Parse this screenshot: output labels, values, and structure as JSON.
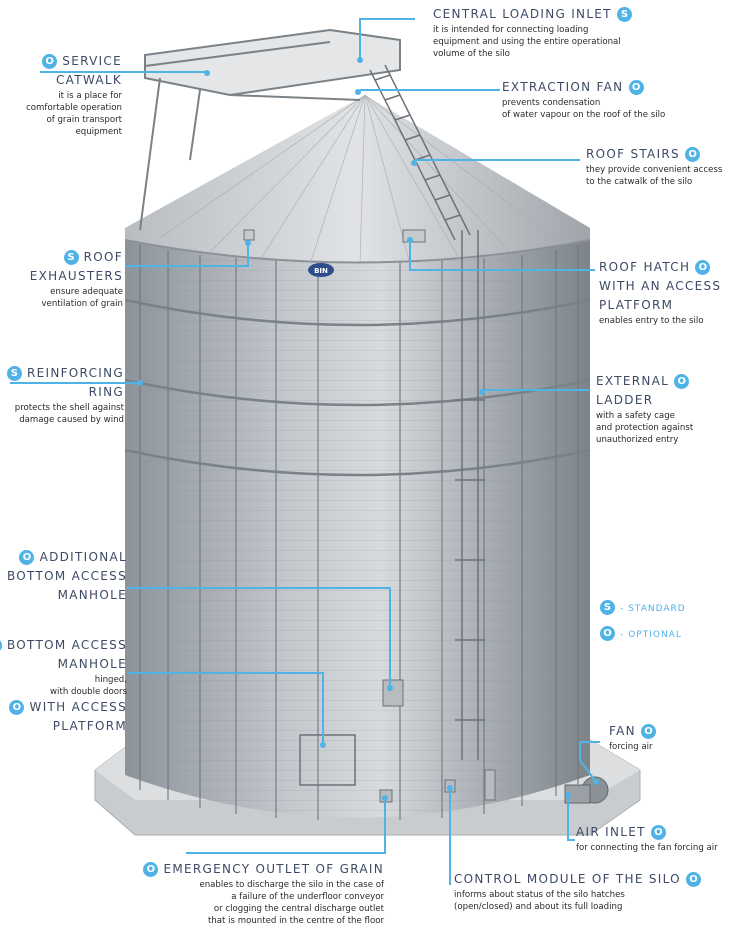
{
  "legend": {
    "standard": {
      "badge": "S",
      "text": "- STANDARD"
    },
    "optional": {
      "badge": "O",
      "text": "- OPTIONAL"
    }
  },
  "colors": {
    "accent": "#4fb3e6",
    "title": "#3d4a66",
    "silo_body": "#9aa1a8",
    "base": "#c9cccf"
  },
  "labels": {
    "central_loading_inlet": {
      "title": "CENTRAL LOADING INLET",
      "badge": "S",
      "desc": [
        "it is intended for connecting loading",
        "equipment and using the entire operational",
        "volume of the silo"
      ]
    },
    "extraction_fan": {
      "title": "EXTRACTION FAN",
      "badge": "O",
      "desc": [
        "prevents condensation",
        "of water vapour on the roof of the silo"
      ]
    },
    "roof_stairs": {
      "title": "ROOF STAIRS",
      "badge": "O",
      "desc": [
        "they provide convenient access",
        "to the catwalk of the silo"
      ]
    },
    "roof_hatch": {
      "title": [
        "ROOF HATCH",
        "WITH AN ACCESS",
        "PLATFORM"
      ],
      "badge": "O",
      "desc": [
        "enables entry to the silo"
      ]
    },
    "external_ladder": {
      "title": [
        "EXTERNAL",
        "LADDER"
      ],
      "badge": "O",
      "desc": [
        "with a safety cage",
        "and protection against",
        "unauthorized entry"
      ]
    },
    "service_catwalk": {
      "title": [
        "SERVICE",
        "CATWALK"
      ],
      "badge": "O",
      "desc": [
        "it is a place for",
        "comfortable operation",
        "of grain transport",
        "equipment"
      ]
    },
    "roof_exhausters": {
      "title": [
        "ROOF",
        "EXHAUSTERS"
      ],
      "badge": "S",
      "desc": [
        "ensure adequate",
        "ventilation of grain"
      ]
    },
    "reinforcing_ring": {
      "title": [
        "REINFORCING",
        "RING"
      ],
      "badge": "S",
      "desc": [
        "protects the shell against",
        "damage caused by wind"
      ]
    },
    "additional_manhole": {
      "title": [
        "ADDITIONAL",
        "BOTTOM ACCESS",
        "MANHOLE"
      ],
      "badge": "O"
    },
    "bottom_manhole": {
      "title": [
        "BOTTOM ACCESS",
        "MANHOLE"
      ],
      "badge": "S",
      "desc": [
        "hinged,",
        "with double doors"
      ],
      "extra_title": "WITH ACCESS",
      "extra_title2": "PLATFORM",
      "extra_badge": "O"
    },
    "fan": {
      "title": "FAN",
      "badge": "O",
      "desc": [
        "forcing air"
      ]
    },
    "air_inlet": {
      "title": "AIR INLET",
      "badge": "O",
      "desc": [
        "for connecting the fan forcing air"
      ]
    },
    "emergency_outlet": {
      "title": "EMERGENCY OUTLET OF GRAIN",
      "badge": "O",
      "desc": [
        "enables to discharge the silo in the case of",
        "a failure of the underfloor conveyor",
        "or clogging the central discharge outlet",
        "that is mounted in the centre of the floor"
      ]
    },
    "control_module": {
      "title": "CONTROL MODULE OF THE SILO",
      "badge": "O",
      "desc": [
        "informs about status of the silo hatches",
        "(open/closed) and about its full loading"
      ]
    }
  },
  "logo": "BIN"
}
